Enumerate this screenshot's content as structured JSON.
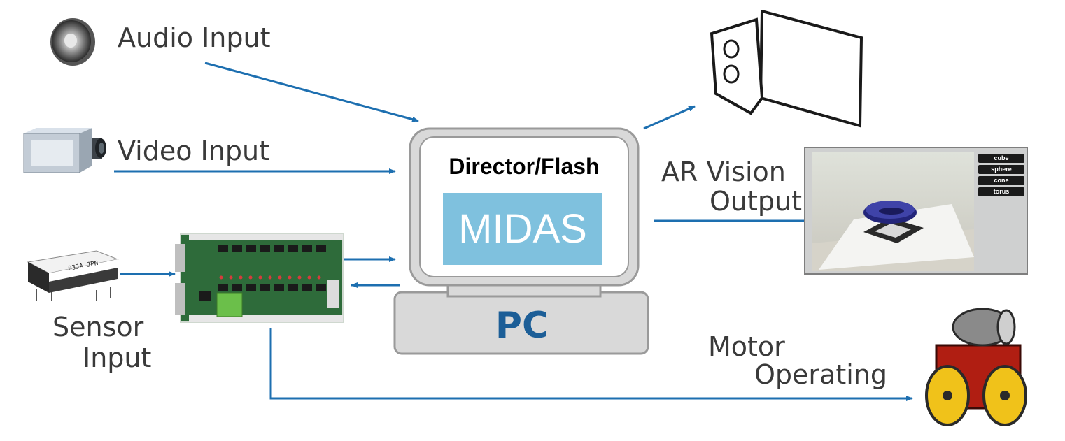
{
  "labels": {
    "audio_input": "Audio Input",
    "video_input": "Video Input",
    "sensor_input_line1": "Sensor",
    "sensor_input_line2": "Input",
    "ar_vision_line1": "AR Vision",
    "ar_vision_line2": "Output",
    "motor_line1": "Motor",
    "motor_line2": "Operating"
  },
  "pc": {
    "software_label": "Director/Flash",
    "badge_label": "MIDAS",
    "base_label": "PC"
  },
  "ar_panel": {
    "buttons": [
      "cube",
      "sphere",
      "cone",
      "torus"
    ]
  },
  "colors": {
    "arrow": "#1d6fb0",
    "midas_badge": "#7fc1de",
    "pc_text": "#1c5e97",
    "monitor_fill": "#d9d9d9"
  }
}
